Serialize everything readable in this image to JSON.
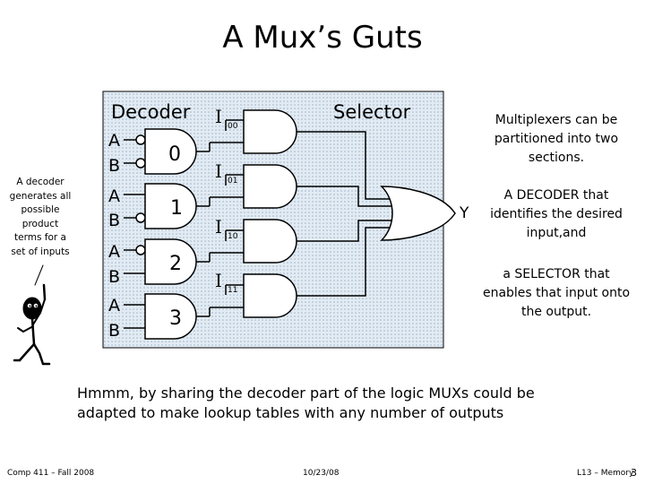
{
  "title": "A Mux’s Guts",
  "side_note": "A decoder generates all possible product terms for a set of inputs",
  "diagram": {
    "decoder_label": "Decoder",
    "selector_label": "Selector",
    "decoder_rows": [
      {
        "a": "A",
        "b": "B",
        "num": "0"
      },
      {
        "a": "A",
        "b": "B",
        "num": "1"
      },
      {
        "a": "A",
        "b": "B",
        "num": "2"
      },
      {
        "a": "A",
        "b": "B",
        "num": "3"
      }
    ],
    "inputs": [
      {
        "main": "I",
        "sub": "00"
      },
      {
        "main": "I",
        "sub": "01"
      },
      {
        "main": "I",
        "sub": "10"
      },
      {
        "main": "I",
        "sub": "11"
      }
    ],
    "output_label": "Y",
    "colors": {
      "background_panel": "#dfe9f1",
      "dots": "#9ab0c6"
    }
  },
  "notes": {
    "note1": "Multiplexers can be partitioned into two sections.",
    "note2": "A DECODER that identifies the desired input,and",
    "note3": "a SELECTOR that enables that input onto the output."
  },
  "bottom_text": "Hmmm, by sharing the decoder part of the logic MUXs could be adapted to make lookup tables with any number of outputs",
  "footer": {
    "course": "Comp 411 – Fall 2008",
    "date": "10/23/08",
    "lecture": "L13 – Memory",
    "page": "3"
  }
}
